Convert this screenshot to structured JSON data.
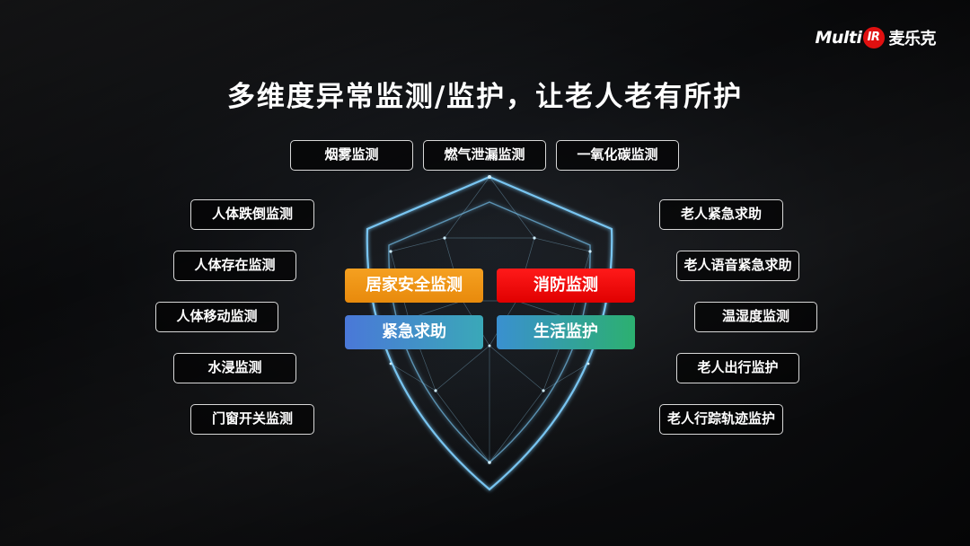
{
  "logo": {
    "text_latin": "Multi",
    "badge": "IR",
    "text_cn": "麦乐克"
  },
  "title": "多维度异常监测/监护，让老人老有所护",
  "top_tags": [
    "烟雾监测",
    "燃气泄漏监测",
    "一氧化碳监测"
  ],
  "left_tags": [
    "人体跌倒监测",
    "人体存在监测",
    "人体移动监测",
    "水浸监测",
    "门窗开关监测"
  ],
  "right_tags": [
    "老人紧急求助",
    "老人语音紧急求助",
    "温湿度监测",
    "老人出行监护",
    "老人行踪轨迹监护"
  ],
  "categories": {
    "home_safety": "居家安全监测",
    "fire": "消防监测",
    "emergency": "紧急求助",
    "life": "生活监护"
  },
  "colors": {
    "orange": "#f0960e",
    "red": "#ff0a0a",
    "shield_glow": "#7fd0ff",
    "logo_red": "#e01010"
  }
}
